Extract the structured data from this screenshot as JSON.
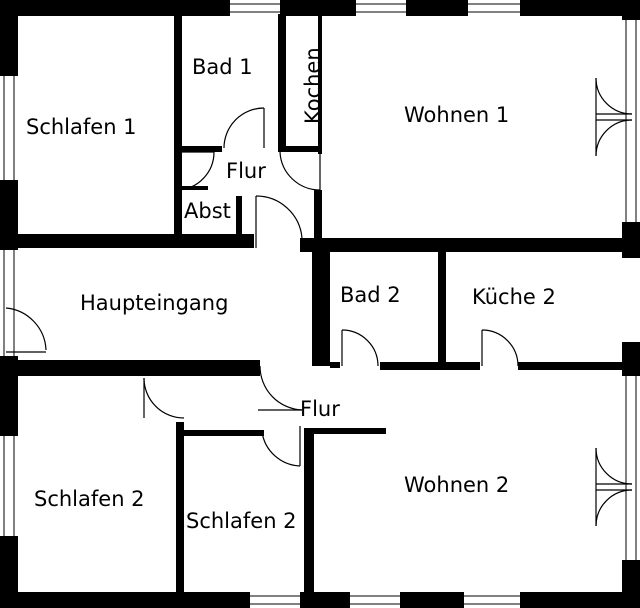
{
  "rooms": {
    "schlafen1": "Schlafen 1",
    "bad1": "Bad 1",
    "kochen": "Kochen",
    "wohnen1": "Wohnen 1",
    "flur_top": "Flur",
    "abst": "Abst",
    "haupteingang": "Haupteingang",
    "bad2": "Bad 2",
    "kueche2": "Küche 2",
    "flur_bottom": "Flur",
    "schlafen2_left": "Schlafen 2",
    "schlafen2_mid": "Schlafen 2",
    "wohnen2": "Wohnen 2"
  },
  "colors": {
    "wall": "#000000",
    "background": "#ffffff"
  }
}
